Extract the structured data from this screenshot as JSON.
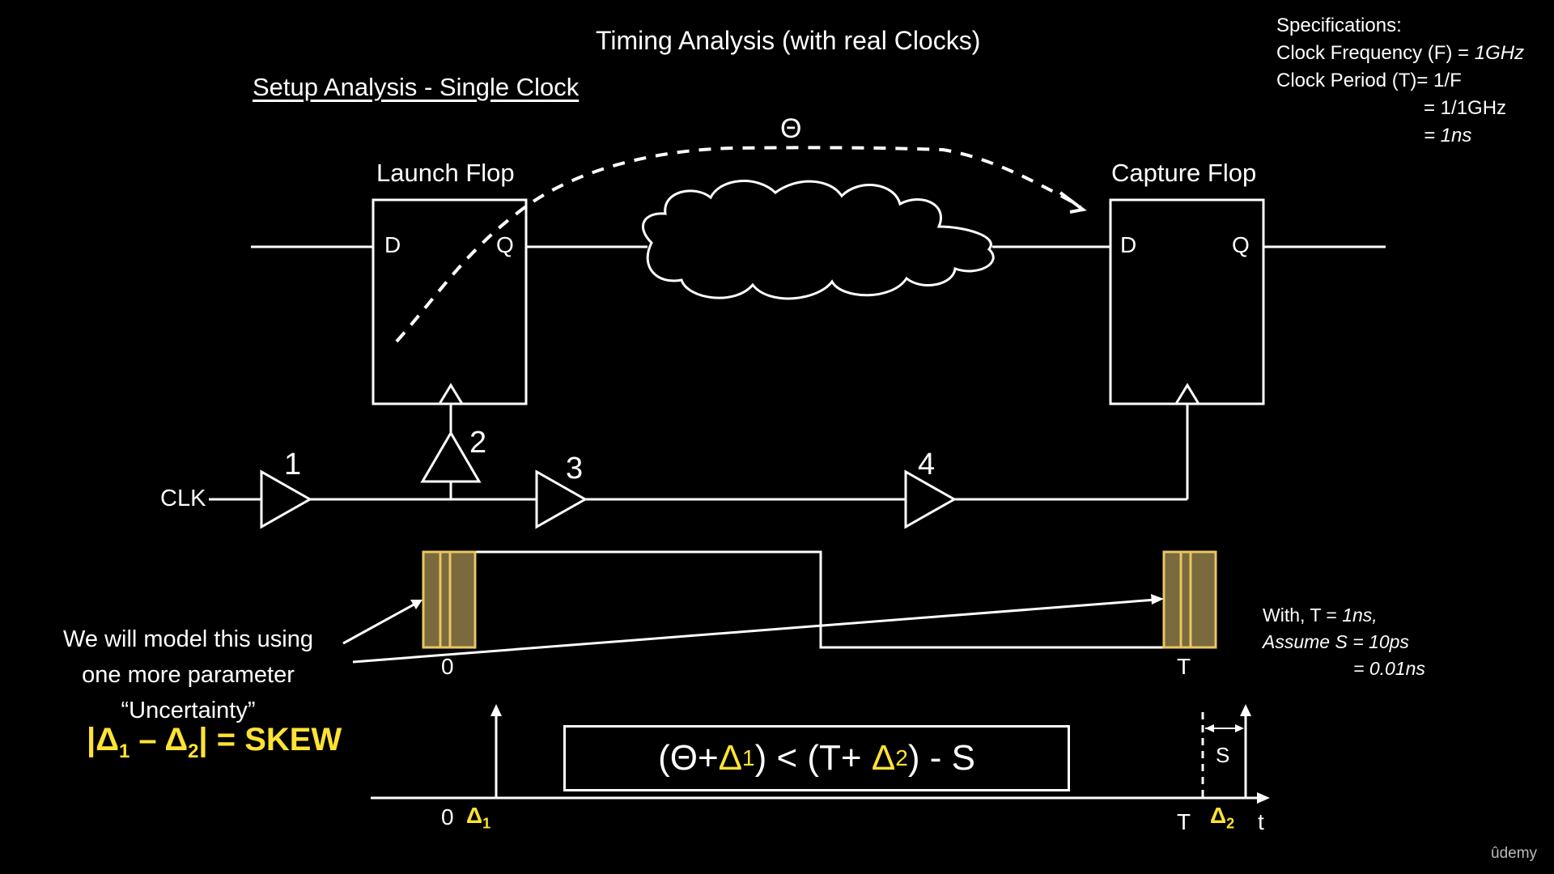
{
  "slide": {
    "title": "Timing Analysis (with real Clocks)",
    "subtitle": "Setup Analysis - Single Clock",
    "specs": {
      "heading": "Specifications:",
      "freq_label": "Clock Frequency (F) = ",
      "freq_value": "1GHz",
      "period_label": "Clock Period (T)= 1/F",
      "period_eq1": "= 1/1GHz",
      "period_eq2": "= 1ns"
    },
    "launch_flop": {
      "title": "Launch Flop",
      "d": "D",
      "q": "Q"
    },
    "capture_flop": {
      "title": "Capture Flop",
      "d": "D",
      "q": "Q"
    },
    "theta": "Θ",
    "clk": "CLK",
    "buffers": [
      "1",
      "2",
      "3",
      "4"
    ],
    "note": [
      "We will model this using",
      "one more parameter",
      "“Uncertainty”"
    ],
    "skew": {
      "delta": "Δ",
      "sub1": "1",
      "sub2": "2",
      "rhs": "= SKEW"
    },
    "waveform_labels": {
      "zero": "0",
      "t": "T"
    },
    "with_note": {
      "line1_prefix": "With, T = ",
      "line1_value": "1ns,",
      "line2": "Assume S = 10ps",
      "line3": "= 0.01ns"
    },
    "equation": {
      "open": "(Θ+",
      "delta": "Δ",
      "sub1": "1",
      "mid": ") < (T+ ",
      "sub2": "2",
      "close": ") - S"
    },
    "axis": {
      "zero": "0",
      "t_mark": "T",
      "t_axis": "t",
      "s": "S",
      "delta": "Δ",
      "sub1": "1",
      "sub2": "2"
    },
    "watermark": "ûdemy"
  },
  "colors": {
    "background": "#000000",
    "foreground": "#FFFFFF",
    "highlight": "#FFE333",
    "uncertainty_fill": "#7A6A3E",
    "uncertainty_border": "#E8C763"
  }
}
